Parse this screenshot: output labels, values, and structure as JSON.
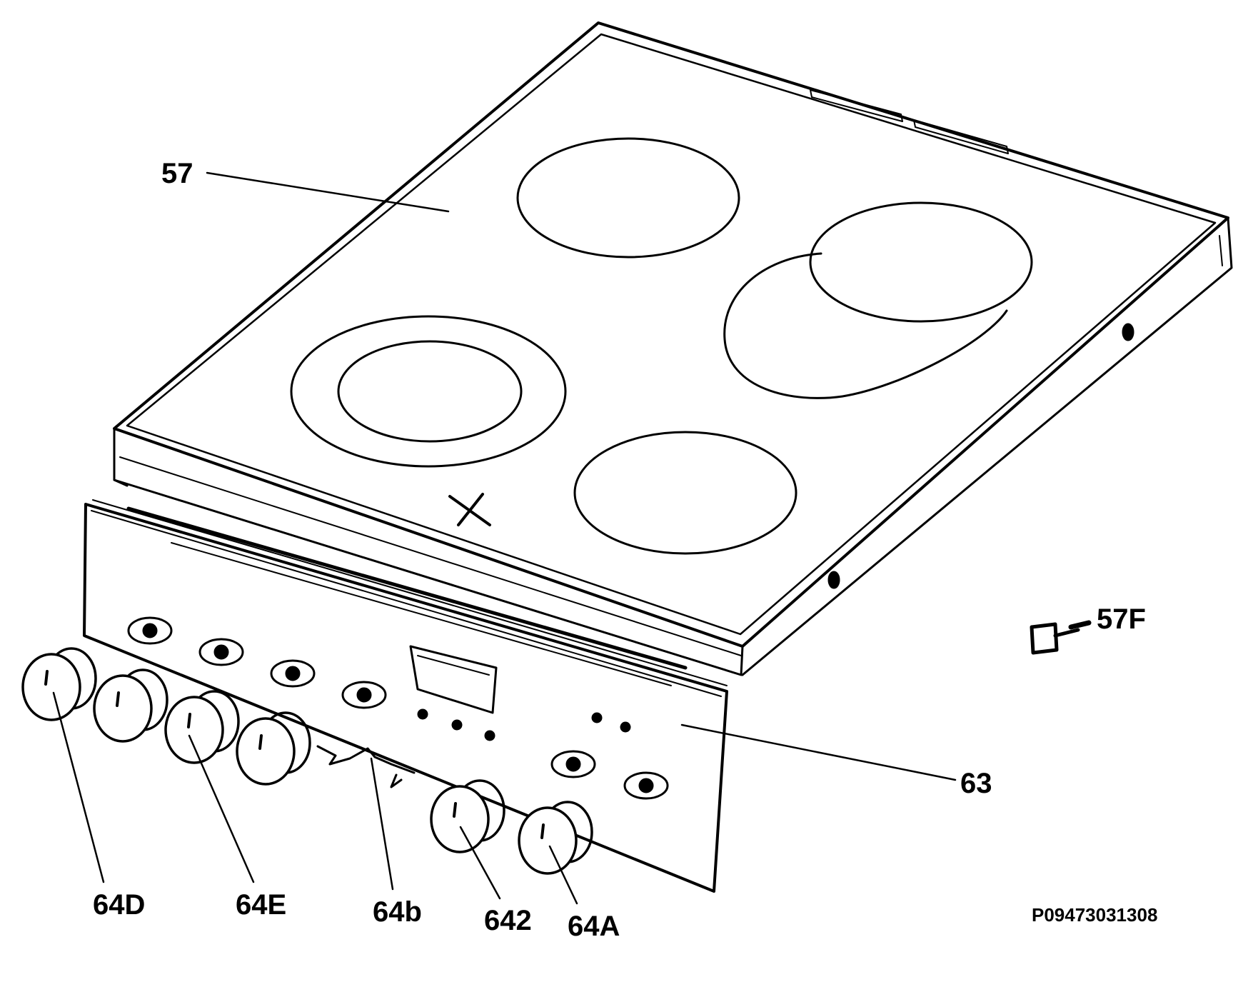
{
  "labels": {
    "hob_top": "57",
    "clip": "57F",
    "control_panel": "63",
    "knob_64d": "64D",
    "knob_64e": "64E",
    "spring_64b": "64b",
    "knob_642": "642",
    "knob_64a": "64A",
    "drawing_code": "P09473031308"
  }
}
